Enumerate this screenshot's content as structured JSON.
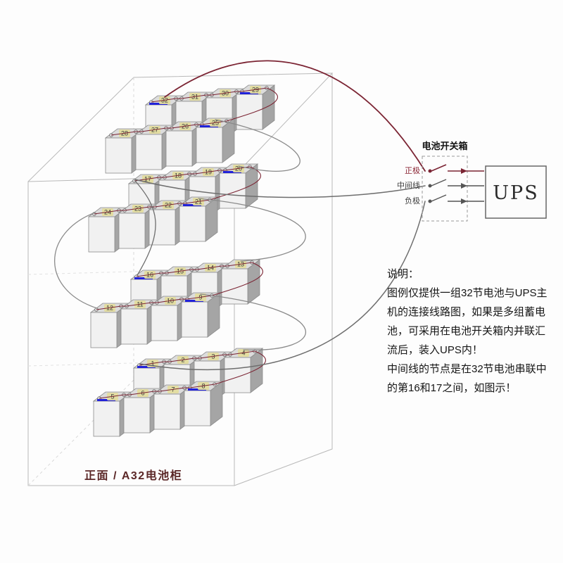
{
  "diagram": {
    "caption": "正面 / A32电池柜",
    "switch_box_label": "电池开关箱",
    "ups_label": "UPS",
    "wire_labels": {
      "positive": "正极",
      "middle": "中间线",
      "negative": "负极"
    },
    "shelves": [
      {
        "back": [
          32,
          31,
          30,
          29
        ],
        "front": [
          28,
          27,
          26,
          25
        ]
      },
      {
        "back": [
          17,
          18,
          19,
          20
        ],
        "front": [
          24,
          23,
          22,
          21
        ]
      },
      {
        "back": [
          16,
          15,
          14,
          13
        ],
        "front": [
          12,
          11,
          10,
          9
        ]
      },
      {
        "back": [
          1,
          2,
          3,
          4
        ],
        "front": [
          5,
          6,
          7,
          8
        ]
      }
    ],
    "blue_marked": [
      32,
      29,
      25,
      20,
      21,
      16,
      9,
      5,
      8,
      1
    ],
    "colors": {
      "wire_red": "#7b2433",
      "wire_gray": "#6e6e6e",
      "blue_mark": "#2121d8",
      "chip": "#e3dc9e",
      "battery_front": "#f1f1f1",
      "battery_top": "#dcdcdc",
      "battery_side": "#a5a5a5"
    }
  },
  "notes": {
    "heading": "说明：",
    "lines": [
      "图例仅提供一组32节电池与UPS主",
      "机的连接线路图，如果是多组蓄电",
      "池，可采用在电池开关箱内并联汇",
      "流后，装入UPS内！",
      "中间线的节点是在32节电池串联中",
      "的第16和17之间，如图示！"
    ]
  }
}
